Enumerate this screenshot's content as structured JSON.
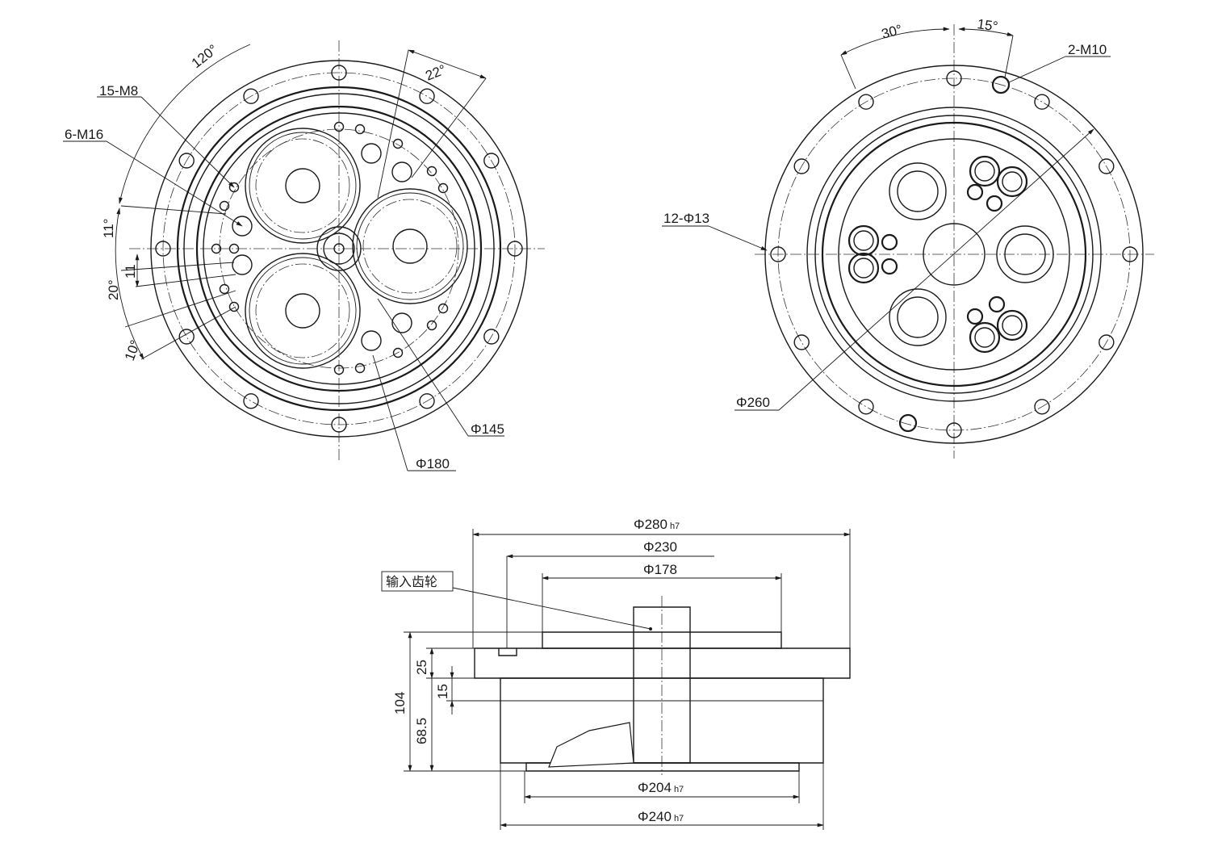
{
  "front_view": {
    "angle_120": "120°",
    "angle_22": "22°",
    "angle_11a": "11°",
    "angle_11b": "11",
    "angle_20": "20°",
    "angle_10": "10°",
    "holes_m8": "15-M8",
    "holes_m16": "6-M16",
    "dia_145": "Φ145",
    "dia_180": "Φ180"
  },
  "rear_view": {
    "angle_30": "30°",
    "angle_15": "15°",
    "holes_m10": "2-M10",
    "holes_13": "12-Φ13",
    "dia_260": "Φ260"
  },
  "section_view": {
    "dia_280": "Φ280",
    "dia_280_tol": "h7",
    "dia_230": "Φ230",
    "dia_178": "Φ178",
    "input_gear": "输入齿轮",
    "h_25": "25",
    "h_15": "15",
    "h_104": "104",
    "h_68_5": "68.5",
    "dia_204": "Φ204",
    "dia_204_tol": "h7",
    "dia_240": "Φ240",
    "dia_240_tol": "h7"
  }
}
